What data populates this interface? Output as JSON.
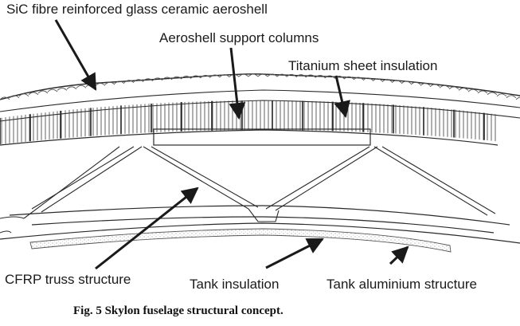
{
  "labels": {
    "aeroshell": "SiC fibre reinforced glass ceramic aeroshell",
    "columns": "Aeroshell support columns",
    "titanium": "Titanium sheet insulation",
    "truss": "CFRP truss structure",
    "tank_insulation": "Tank insulation",
    "tank_structure": "Tank aluminium structure"
  },
  "caption": "Fig. 5  Skylon fuselage structural concept.",
  "colors": {
    "line": "#2b2b2b",
    "text": "#1a1a1a",
    "stipple": "#9a9a9a"
  }
}
